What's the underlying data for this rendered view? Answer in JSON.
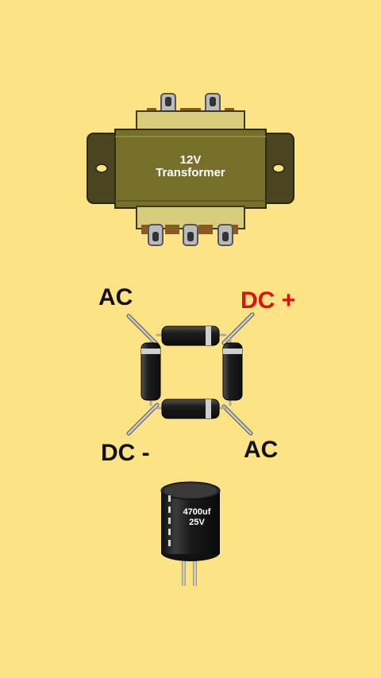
{
  "transformer": {
    "line1": "12V",
    "line2": "Transformer"
  },
  "bridge": {
    "ac_top": "AC",
    "dc_plus": "DC +",
    "dc_minus": "DC -",
    "ac_bottom": "AC"
  },
  "capacitor": {
    "line1": "4700uf",
    "line2": "25V"
  },
  "colors": {
    "background": "#FCE385",
    "transformer_core": "#77702A",
    "transformer_bobbin": "#D8CD7C",
    "diode_body": "#222222",
    "diode_band": "#CFCFCF",
    "dc_plus_text": "#E01010",
    "label_text": "#111111"
  }
}
